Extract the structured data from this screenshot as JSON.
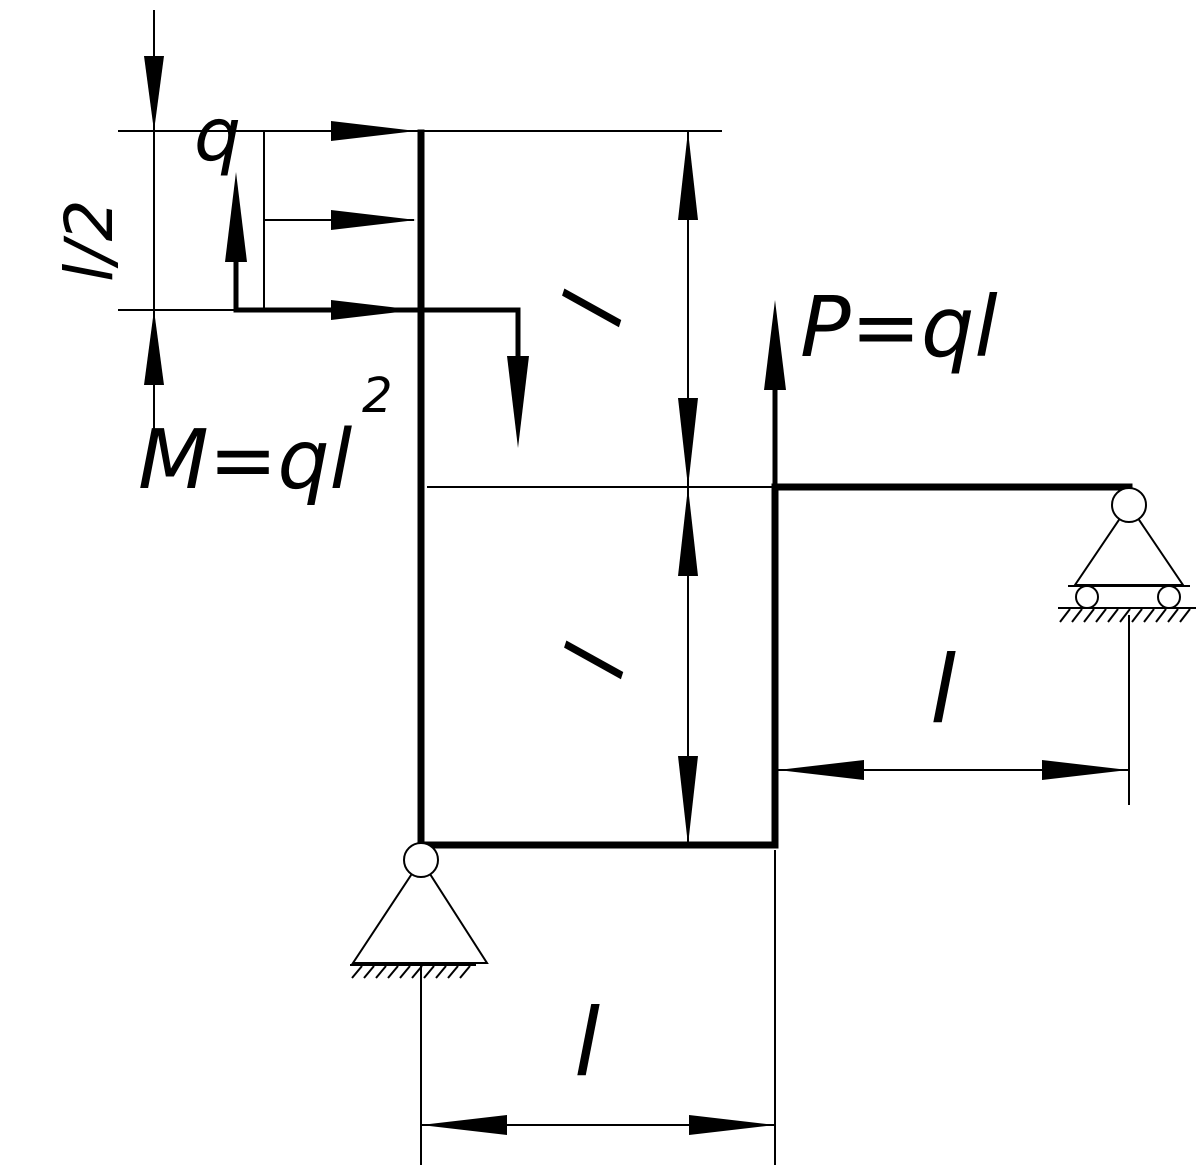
{
  "diagram": {
    "labels": {
      "distributed_load": "q",
      "load_height": "l/2",
      "moment": "M=ql",
      "moment_exponent": "2",
      "force": "P=ql",
      "dim_upper_vertical": "l",
      "dim_lower_vertical": "l",
      "dim_right_horizontal": "l",
      "dim_bottom_horizontal": "l"
    }
  }
}
